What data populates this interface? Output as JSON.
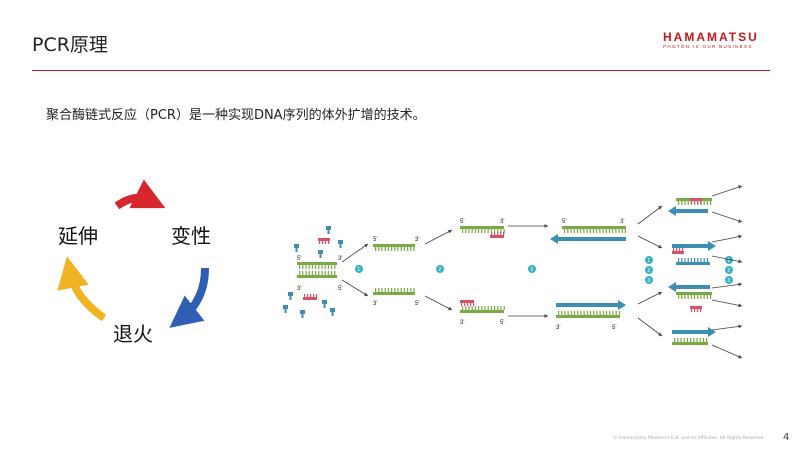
{
  "slide": {
    "title": "PCR原理",
    "intro": "聚合酶链式反应（PCR）是一种实现DNA序列的体外扩增的技术。",
    "page_number": "4",
    "footer": "© Hamamatsu Photonics K.K. and its affiliates. All Rights Reserved."
  },
  "logo": {
    "name": "HAMAMATSU",
    "tagline": "PHOTON IS OUR BUSINESS",
    "color": "#c4171e"
  },
  "cycle": {
    "steps": [
      "变性",
      "退火",
      "延伸"
    ],
    "colors": [
      "#d7262d",
      "#2f5fb5",
      "#f0b323"
    ]
  },
  "diagram": {
    "end_labels": [
      "5'",
      "3'"
    ],
    "step_markers": [
      "1",
      "2",
      "3"
    ],
    "colors": {
      "green": "#7aaa45",
      "red": "#d8516b",
      "blue": "#3c8fb0",
      "teal": "#3ab0c4"
    }
  }
}
